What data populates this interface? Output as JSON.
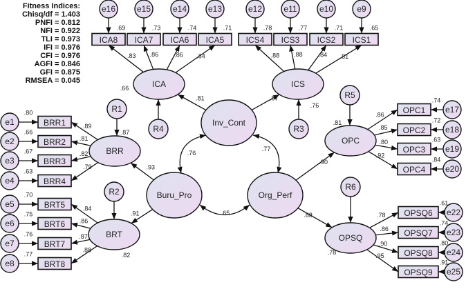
{
  "fitness": {
    "title": "Fitness Indices:",
    "items": [
      "Chisq/df = 1.403",
      "PNFI = 0.812",
      "NFI = 0.922",
      "TLI = 0.973",
      "IFI = 0.976",
      "CFI = 0.976",
      "AGFI = 0.846",
      "GFI = 0.875",
      "RMSEA = 0.045"
    ]
  },
  "colors": {
    "fill_start": "#dde3ef",
    "fill_end": "#efd9f1",
    "stroke": "#111111"
  },
  "latents": [
    {
      "id": "ICA",
      "label": "ICA",
      "r2": ".66"
    },
    {
      "id": "ICS",
      "label": "ICS",
      "r2": ".76"
    },
    {
      "id": "Inv_Cont",
      "label": "Inv_Cont"
    },
    {
      "id": "BRR",
      "label": "BRR",
      "r2": ".87"
    },
    {
      "id": "BRT",
      "label": "BRT",
      "r2": ".82"
    },
    {
      "id": "Buru_Pro",
      "label": "Buru_Pro"
    },
    {
      "id": "Org_Perf",
      "label": "Org_Perf"
    },
    {
      "id": "OPC",
      "label": "OPC",
      "r2": ".81"
    },
    {
      "id": "OPSQ",
      "label": "OPSQ",
      "r2": ".78"
    }
  ],
  "residuals": [
    "R1",
    "R2",
    "R3",
    "R4",
    "R5",
    "R6"
  ],
  "indicators": [
    {
      "name": "ICA8",
      "err": "e16",
      "r2": ".69",
      "loading": ".83",
      "factor": "ICA"
    },
    {
      "name": "ICA7",
      "err": "e15",
      "r2": ".73",
      "loading": ".86",
      "factor": "ICA"
    },
    {
      "name": "ICA6",
      "err": "e14",
      "r2": ".74",
      "loading": ".86",
      "factor": "ICA"
    },
    {
      "name": "ICA5",
      "err": "e13",
      "r2": ".71",
      "loading": ".84",
      "factor": "ICA"
    },
    {
      "name": "ICS4",
      "err": "e12",
      "r2": ".78",
      "loading": ".88",
      "factor": "ICS"
    },
    {
      "name": "ICS3",
      "err": "e11",
      "r2": ".77",
      "loading": ".88",
      "factor": "ICS"
    },
    {
      "name": "ICS2",
      "err": "e10",
      "r2": ".71",
      "loading": ".84",
      "factor": "ICS"
    },
    {
      "name": "ICS1",
      "err": "e9",
      "r2": ".65",
      "loading": ".81",
      "factor": "ICS"
    },
    {
      "name": "BRR1",
      "err": "e1",
      "r2": ".80",
      "loading": ".89",
      "factor": "BRR"
    },
    {
      "name": "BRR2",
      "err": "e2",
      "r2": ".66",
      "loading": ".81",
      "factor": "BRR"
    },
    {
      "name": "BRR3",
      "err": "e3",
      "r2": ".67",
      "loading": ".82",
      "factor": "BRR"
    },
    {
      "name": "BRR4",
      "err": "e4",
      "r2": ".63",
      "loading": ".79",
      "factor": "BRR"
    },
    {
      "name": "BRT5",
      "err": "e5",
      "r2": ".70",
      "loading": ".84",
      "factor": "BRT"
    },
    {
      "name": "BRT6",
      "err": "e6",
      "r2": ".75",
      "loading": ".86",
      "factor": "BRT"
    },
    {
      "name": "BRT7",
      "err": "e7",
      "r2": ".76",
      "loading": ".87",
      "factor": "BRT"
    },
    {
      "name": "BRT8",
      "err": "e8",
      "r2": ".77",
      "loading": ".88",
      "factor": "BRT"
    },
    {
      "name": "OPC1",
      "err": "e17",
      "r2": ".74",
      "loading": ".86",
      "factor": "OPC"
    },
    {
      "name": "OPC2",
      "err": "e18",
      "r2": ".72",
      "loading": ".85",
      "factor": "OPC"
    },
    {
      "name": "OPC3",
      "err": "e19",
      "r2": ".63",
      "loading": ".80",
      "factor": "OPC"
    },
    {
      "name": "OPC4",
      "err": "e20",
      "r2": ".84",
      "loading": ".92",
      "factor": "OPC"
    },
    {
      "name": "OPSQ6",
      "err": "e22",
      "r2": ".61",
      "loading": ".78",
      "factor": "OPSQ"
    },
    {
      "name": "OPSQ7",
      "err": "e23",
      "r2": ".74",
      "loading": ".86",
      "factor": "OPSQ"
    },
    {
      "name": "OPSQ8",
      "err": "e24",
      "r2": ".80",
      "loading": ".90",
      "factor": "OPSQ"
    },
    {
      "name": "OPSQ9",
      "err": "e25",
      "r2": ".91",
      "loading": ".95",
      "factor": "OPSQ"
    }
  ],
  "structural": [
    {
      "from": "Inv_Cont",
      "to": "ICA",
      "value": ".81"
    },
    {
      "from": "Inv_Cont",
      "to": "ICS",
      "value": ".87"
    },
    {
      "from": "Buru_Pro",
      "to": "BRR",
      "value": ".93"
    },
    {
      "from": "Buru_Pro",
      "to": "BRT",
      "value": ".91"
    },
    {
      "from": "Org_Perf",
      "to": "OPC",
      "value": ".90"
    },
    {
      "from": "Org_Perf",
      "to": "OPSQ",
      "value": ".88"
    }
  ],
  "correlations": [
    {
      "a": "Inv_Cont",
      "b": "Buru_Pro",
      "value": ".76"
    },
    {
      "a": "Inv_Cont",
      "b": "Org_Perf",
      "value": ".77"
    },
    {
      "a": "Buru_Pro",
      "b": "Org_Perf",
      "value": ".65"
    }
  ]
}
